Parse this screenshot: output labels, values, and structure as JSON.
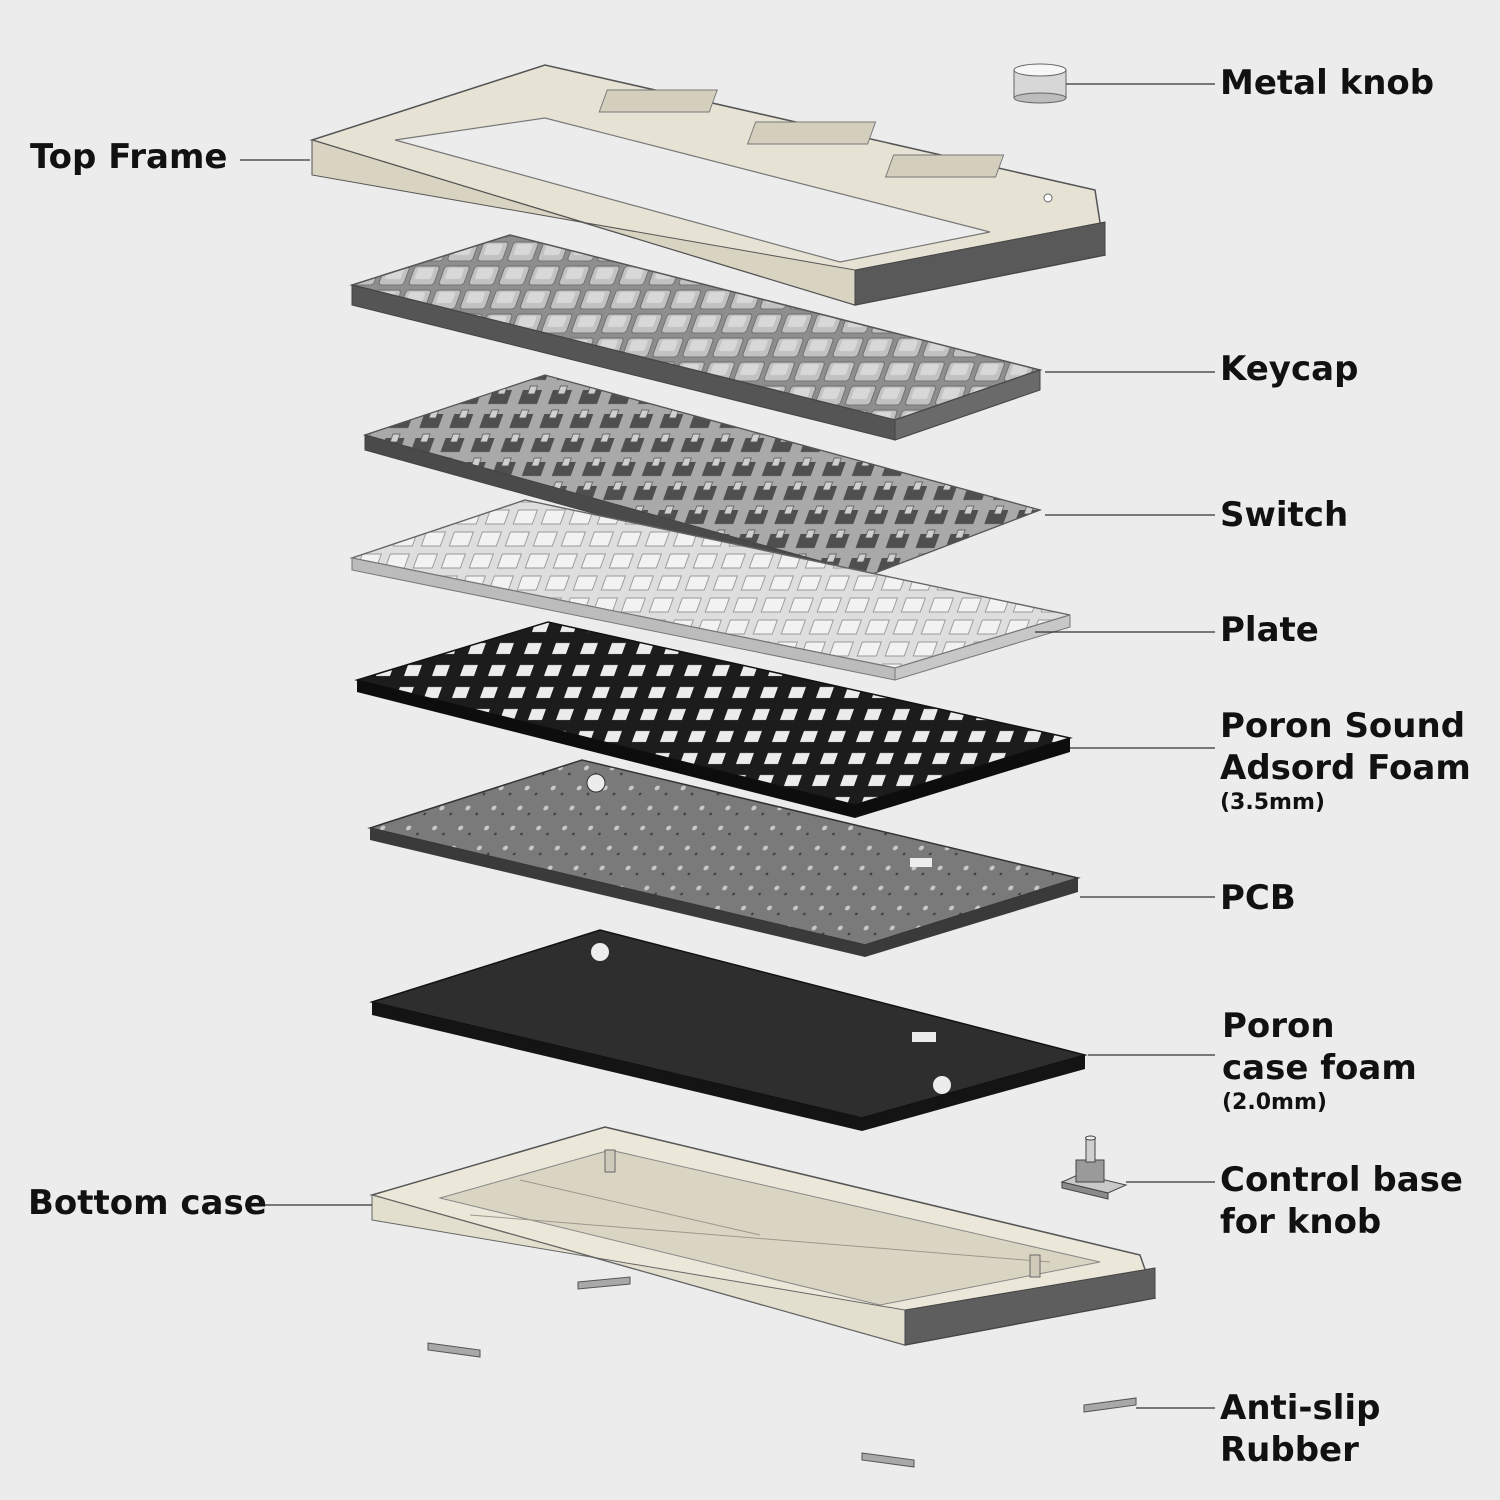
{
  "labels": {
    "metal_knob": "Metal knob",
    "top_frame": "Top Frame",
    "keycap": "Keycap",
    "switch": "Switch",
    "plate": "Plate",
    "poron_sound_line1": "Poron Sound",
    "poron_sound_line2": "Adsord Foam",
    "poron_sound_thickness": "(3.5mm)",
    "pcb": "PCB",
    "poron_case_line1": "Poron",
    "poron_case_line2": "case foam",
    "poron_case_thickness": "(2.0mm)",
    "control_base_line1": "Control base",
    "control_base_line2": "for knob",
    "bottom_case": "Bottom case",
    "anti_slip_line1": "Anti-slip",
    "anti_slip_line2": "Rubber"
  },
  "colors": {
    "background": "#ececec",
    "frame": "#e6e2d4",
    "keycap": "#b9b9b9",
    "switch": "#7d7d7d",
    "plate": "#dcdcdc",
    "sound_foam": "#1c1c1c",
    "pcb": "#7a7a7a",
    "case_foam": "#2e2e2e",
    "bottom_case": "#ebe7d9"
  }
}
